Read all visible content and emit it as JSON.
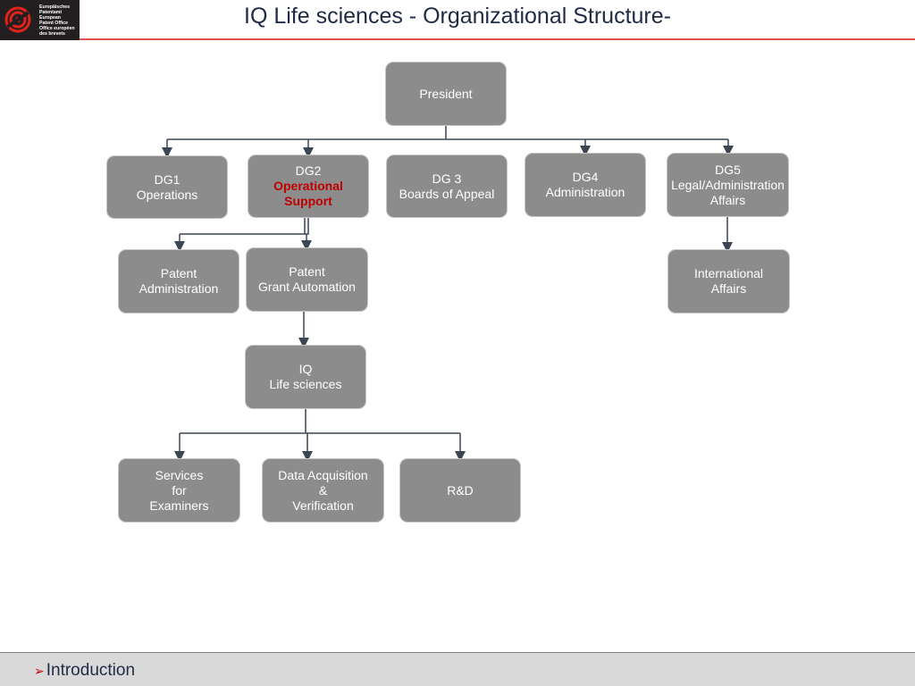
{
  "header": {
    "logo_lines": [
      "Europäisches",
      "Patentamt",
      "European",
      "Patent Office",
      "Office européen",
      "des brevets"
    ],
    "title": "IQ Life sciences - Organizational Structure-"
  },
  "org": {
    "president": [
      "President"
    ],
    "dg1": [
      "DG1",
      "Operations"
    ],
    "dg2": [
      "DG2",
      "Operational",
      "Support"
    ],
    "dg3": [
      "DG 3",
      "Boards of Appeal"
    ],
    "dg4": [
      "DG4",
      "Administration"
    ],
    "dg5": [
      "DG5",
      "Legal/Administration",
      "Affairs"
    ],
    "patent_admin": [
      "Patent",
      "Administration"
    ],
    "grant_automation": [
      "Patent",
      "Grant Automation"
    ],
    "international": [
      "International",
      "Affairs"
    ],
    "iq": [
      "IQ",
      "Life sciences"
    ],
    "services": [
      "Services",
      "for",
      "Examiners"
    ],
    "data_acq": [
      "Data Acquisition",
      "&",
      "Verification"
    ],
    "rnd": [
      "R&D"
    ]
  },
  "footer": {
    "item": "Introduction"
  },
  "colors": {
    "node": "#8c8c8c",
    "highlight": "#c00000",
    "connector": "#3a4654",
    "rule": "#d9534f"
  }
}
